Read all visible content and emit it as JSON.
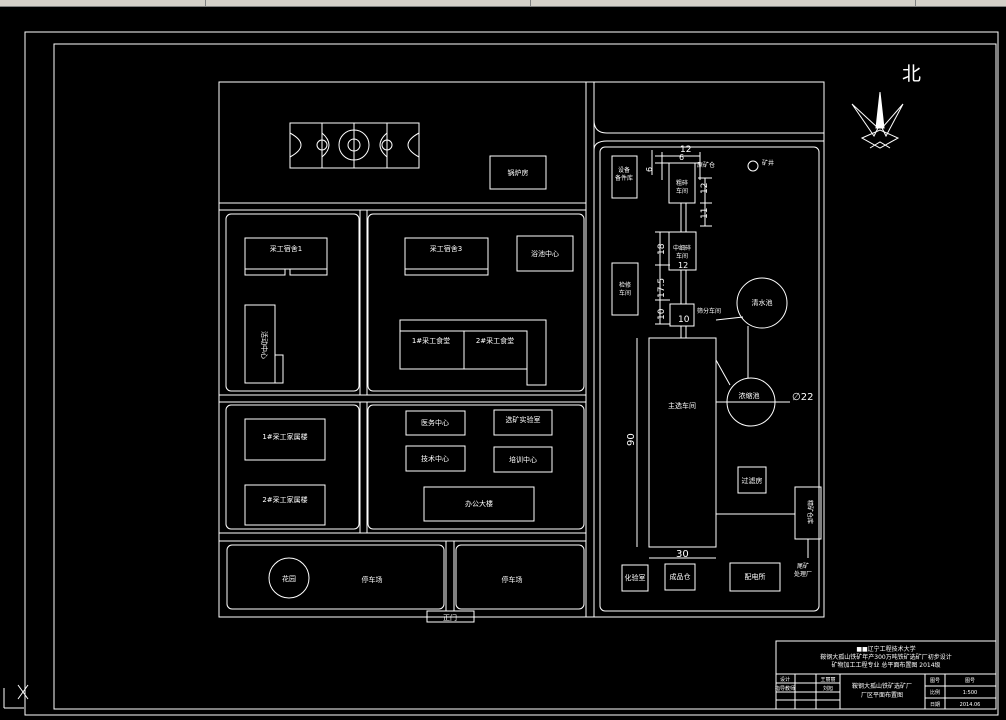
{
  "north": {
    "label": "北"
  },
  "buildings": {
    "boiler": "锅炉房",
    "dorm1": "采工宿舍1",
    "dorm3": "采工宿舍3",
    "bath": "浴池中心",
    "activity": "活动中心",
    "canteen1": "1#采工食堂",
    "canteen2": "2#采工食堂",
    "office1": "1#采工家属楼",
    "office2": "2#采工家属楼",
    "medical": "医务中心",
    "lab": "选矿实验室",
    "tech": "技术中心",
    "training": "培训中心",
    "admin": "办公大楼",
    "garden": "花园",
    "parking1": "停车场",
    "parking2": "停车场",
    "gate": "正门",
    "equip_store": "设备\n备件库",
    "raw_bin": "原矿仓",
    "shaft": "矿井",
    "coarse": "粗碎\n车间",
    "medium": "中细碎\n车间",
    "repair": "检修\n车间",
    "screen": "筛分车间",
    "mill": "主选车间",
    "thickener": "浓缩池",
    "water": "清水池",
    "filter": "过滤房",
    "conc_bin": "精矿仓库",
    "tailings": "尾矿\n处理厂",
    "chem_lab": "化验室",
    "finished": "成品仓",
    "power": "配电所"
  },
  "dimensions": {
    "d12a": "12",
    "d6a": "6",
    "d6b": "6",
    "d12b": "12",
    "d11": "11",
    "d18": "18",
    "d12c": "12",
    "d175": "17.5",
    "d10a": "10",
    "d10b": "10",
    "d90": "90",
    "d30": "30",
    "d22": "∅22"
  },
  "title_block": {
    "line1": "■■辽宁工程技术大学",
    "line2": "鞍钢大孤山铁矿年产300万吨铁矿选矿厂初步设计",
    "line3": "矿物加工工程专业 总平面布置图 2014级",
    "r1c1": "设计",
    "r1c2": "王丽丽",
    "r2c1": "指导教师",
    "r2c2": "刘旭",
    "center1": "鞍钢大孤山铁矿选矿厂",
    "center2": "厂区平面布置图",
    "s1": "图号",
    "s1v": "图号",
    "s2": "比例",
    "s2v": "1:500",
    "s3": "日期",
    "s3v": "2014.06"
  }
}
